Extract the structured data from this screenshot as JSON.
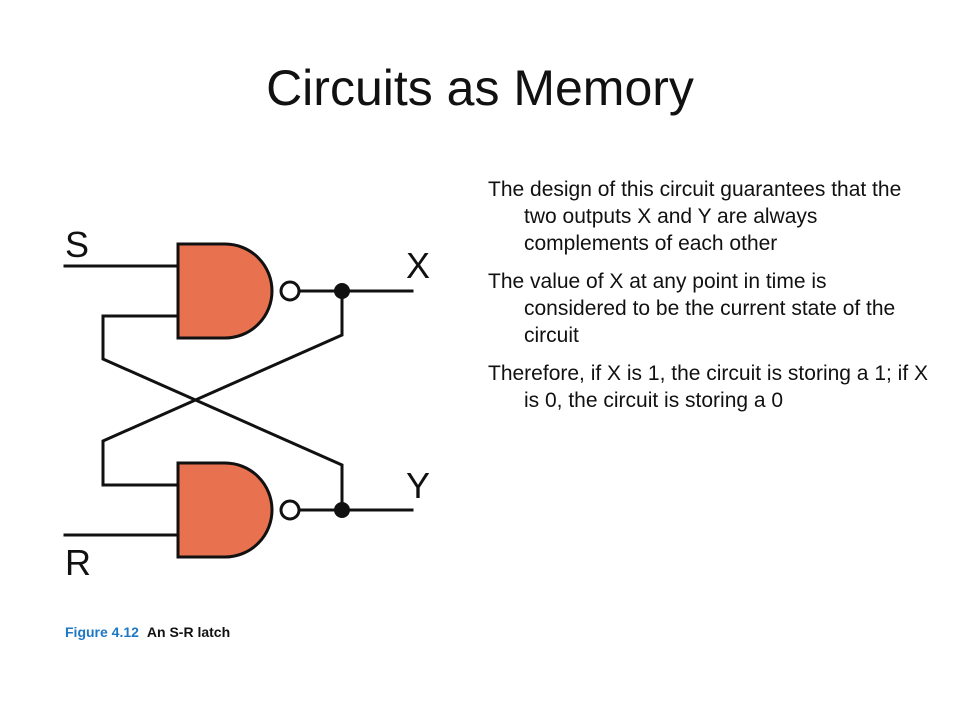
{
  "slide": {
    "title": "Circuits as Memory"
  },
  "diagram": {
    "labels": {
      "s": "S",
      "r": "R",
      "x": "X",
      "y": "Y"
    },
    "colors": {
      "gate_fill": "#E8714F",
      "wire": "#111111"
    }
  },
  "bullets": [
    "The design of this circuit guarantees that the two outputs X and Y are always complements of each other",
    "The value of X at any point in time is considered to be the current state of the circuit",
    "Therefore, if X is 1, the circuit is storing a 1; if X is 0, the circuit is storing a 0"
  ],
  "caption": {
    "figure_number": "Figure 4.12",
    "figure_title": "An S-R latch"
  }
}
